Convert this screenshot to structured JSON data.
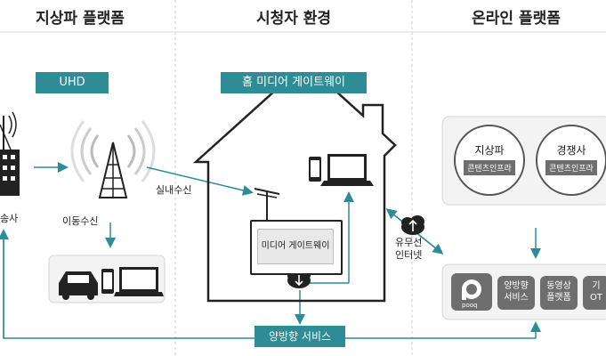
{
  "columns": {
    "left_title": "지상파 플랫폼",
    "middle_title": "시청자 환경",
    "right_title": "온라인 플랫폼"
  },
  "left": {
    "uhd_label": "UHD",
    "broadcaster_label": "송사",
    "mobile_reception_label": "이동수신"
  },
  "middle": {
    "gateway_header": "홈 미디어 게이트웨이",
    "indoor_reception_label": "실내수신",
    "gateway_box_label": "미디어 게이트웨이",
    "wired_internet_label": "유무선\n인터넷"
  },
  "right": {
    "terrestrial_circle_title": "지상파",
    "terrestrial_circle_sub": "콘텐츠인프라",
    "competitor_circle_title": "경쟁사",
    "competitor_circle_sub": "콘텐츠인프라",
    "services": [
      "양방향\n서비스",
      "동영상\n플랫폼",
      "기\nOT"
    ],
    "pooq_text": "pooq"
  },
  "bottom": {
    "interactive_label": "양방향 서비스"
  },
  "colors": {
    "accent": "#2e8c97",
    "line": "#2e8c97",
    "dark": "#222222",
    "service_gray": "#6e6e6e"
  }
}
